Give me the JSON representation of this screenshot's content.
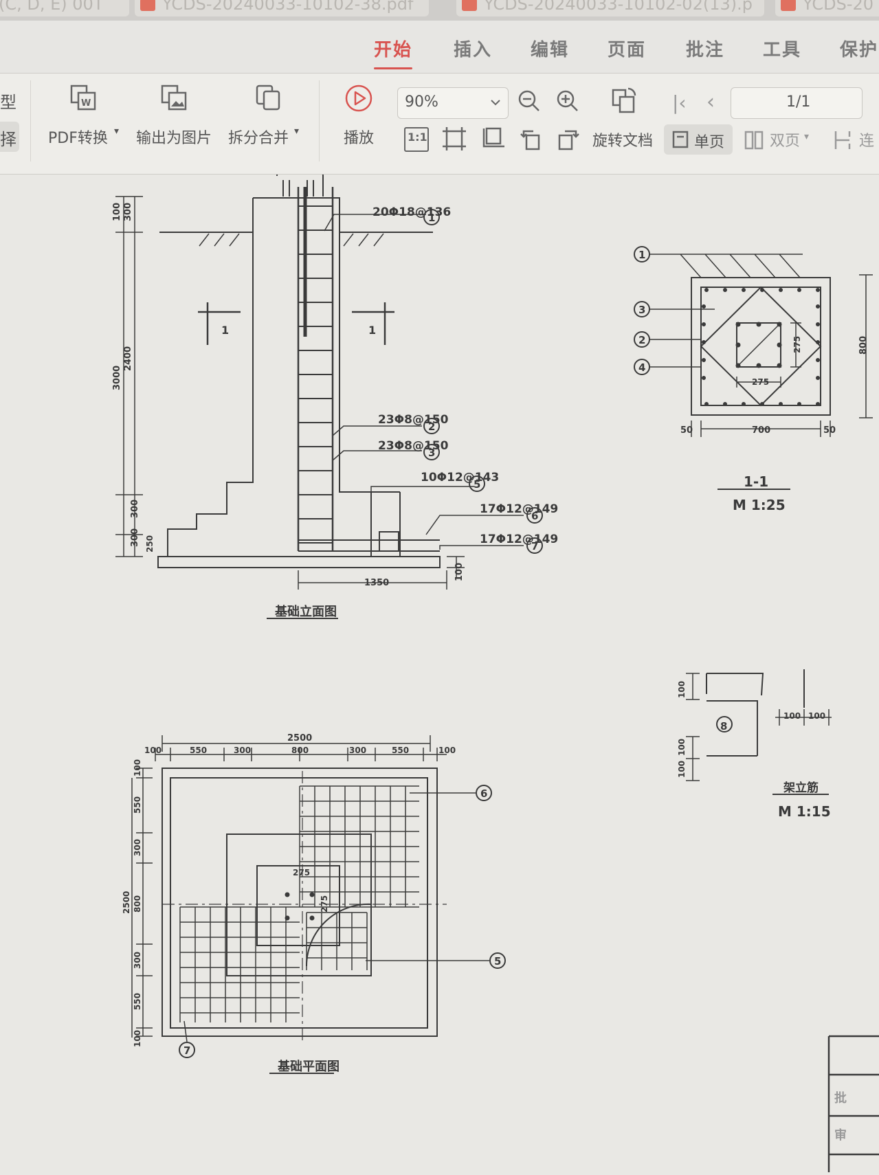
{
  "tabs": [
    {
      "label": "(C, D, E) 00T"
    },
    {
      "label": "YCDS-20240033-10102-38.pdf"
    },
    {
      "label": "YCDS-20240033-10102-02(13).p"
    },
    {
      "label": "YCDS-20"
    }
  ],
  "menu": [
    "开始",
    "插入",
    "编辑",
    "页面",
    "批注",
    "工具",
    "保护"
  ],
  "toolbar": {
    "left_partial_top": "型",
    "left_partial_bottom": "择",
    "pdf_convert": "PDF转换",
    "export_image": "输出为图片",
    "split_merge": "拆分合并",
    "play": "播放",
    "zoom": "90%",
    "page": "1/1",
    "actual_size": "1:1",
    "rotate_doc": "旋转文档",
    "single_page": "单页",
    "double_page": "双页",
    "continuous": "连"
  },
  "drawing": {
    "elevation": {
      "title": "基础立面图",
      "rebar_labels": [
        "20Φ18@136",
        "23Φ8@150",
        "23Φ8@150",
        "10Φ12@143",
        "17Φ12@149",
        "17Φ12@149"
      ],
      "callouts": [
        "1",
        "2",
        "3",
        "5",
        "6",
        "7"
      ],
      "section_marks": [
        "1",
        "1"
      ],
      "dims": [
        "100",
        "300",
        "3000",
        "2400",
        "300",
        "300",
        "250",
        "1350",
        "100"
      ]
    },
    "section": {
      "title": "1-1",
      "scale": "M 1:25",
      "callouts": [
        "1",
        "3",
        "2",
        "4"
      ],
      "dims": [
        "50",
        "700",
        "50",
        "800",
        "275",
        "275"
      ]
    },
    "stirrup": {
      "title": "架立筋",
      "scale": "M 1:15",
      "callout": "8",
      "dims": [
        "100",
        "100",
        "100",
        "100",
        "100"
      ]
    },
    "plan": {
      "title": "基础平面图",
      "top_dims": [
        "100",
        "550",
        "300",
        "800",
        "300",
        "550",
        "100"
      ],
      "overall": "2500",
      "left_dims": [
        "100",
        "550",
        "300",
        "800",
        "300",
        "550",
        "100"
      ],
      "left_overall": "2500",
      "inner": [
        "275",
        "275"
      ],
      "callouts": [
        "6",
        "5",
        "7"
      ]
    },
    "title_block": [
      "批",
      "审"
    ]
  }
}
